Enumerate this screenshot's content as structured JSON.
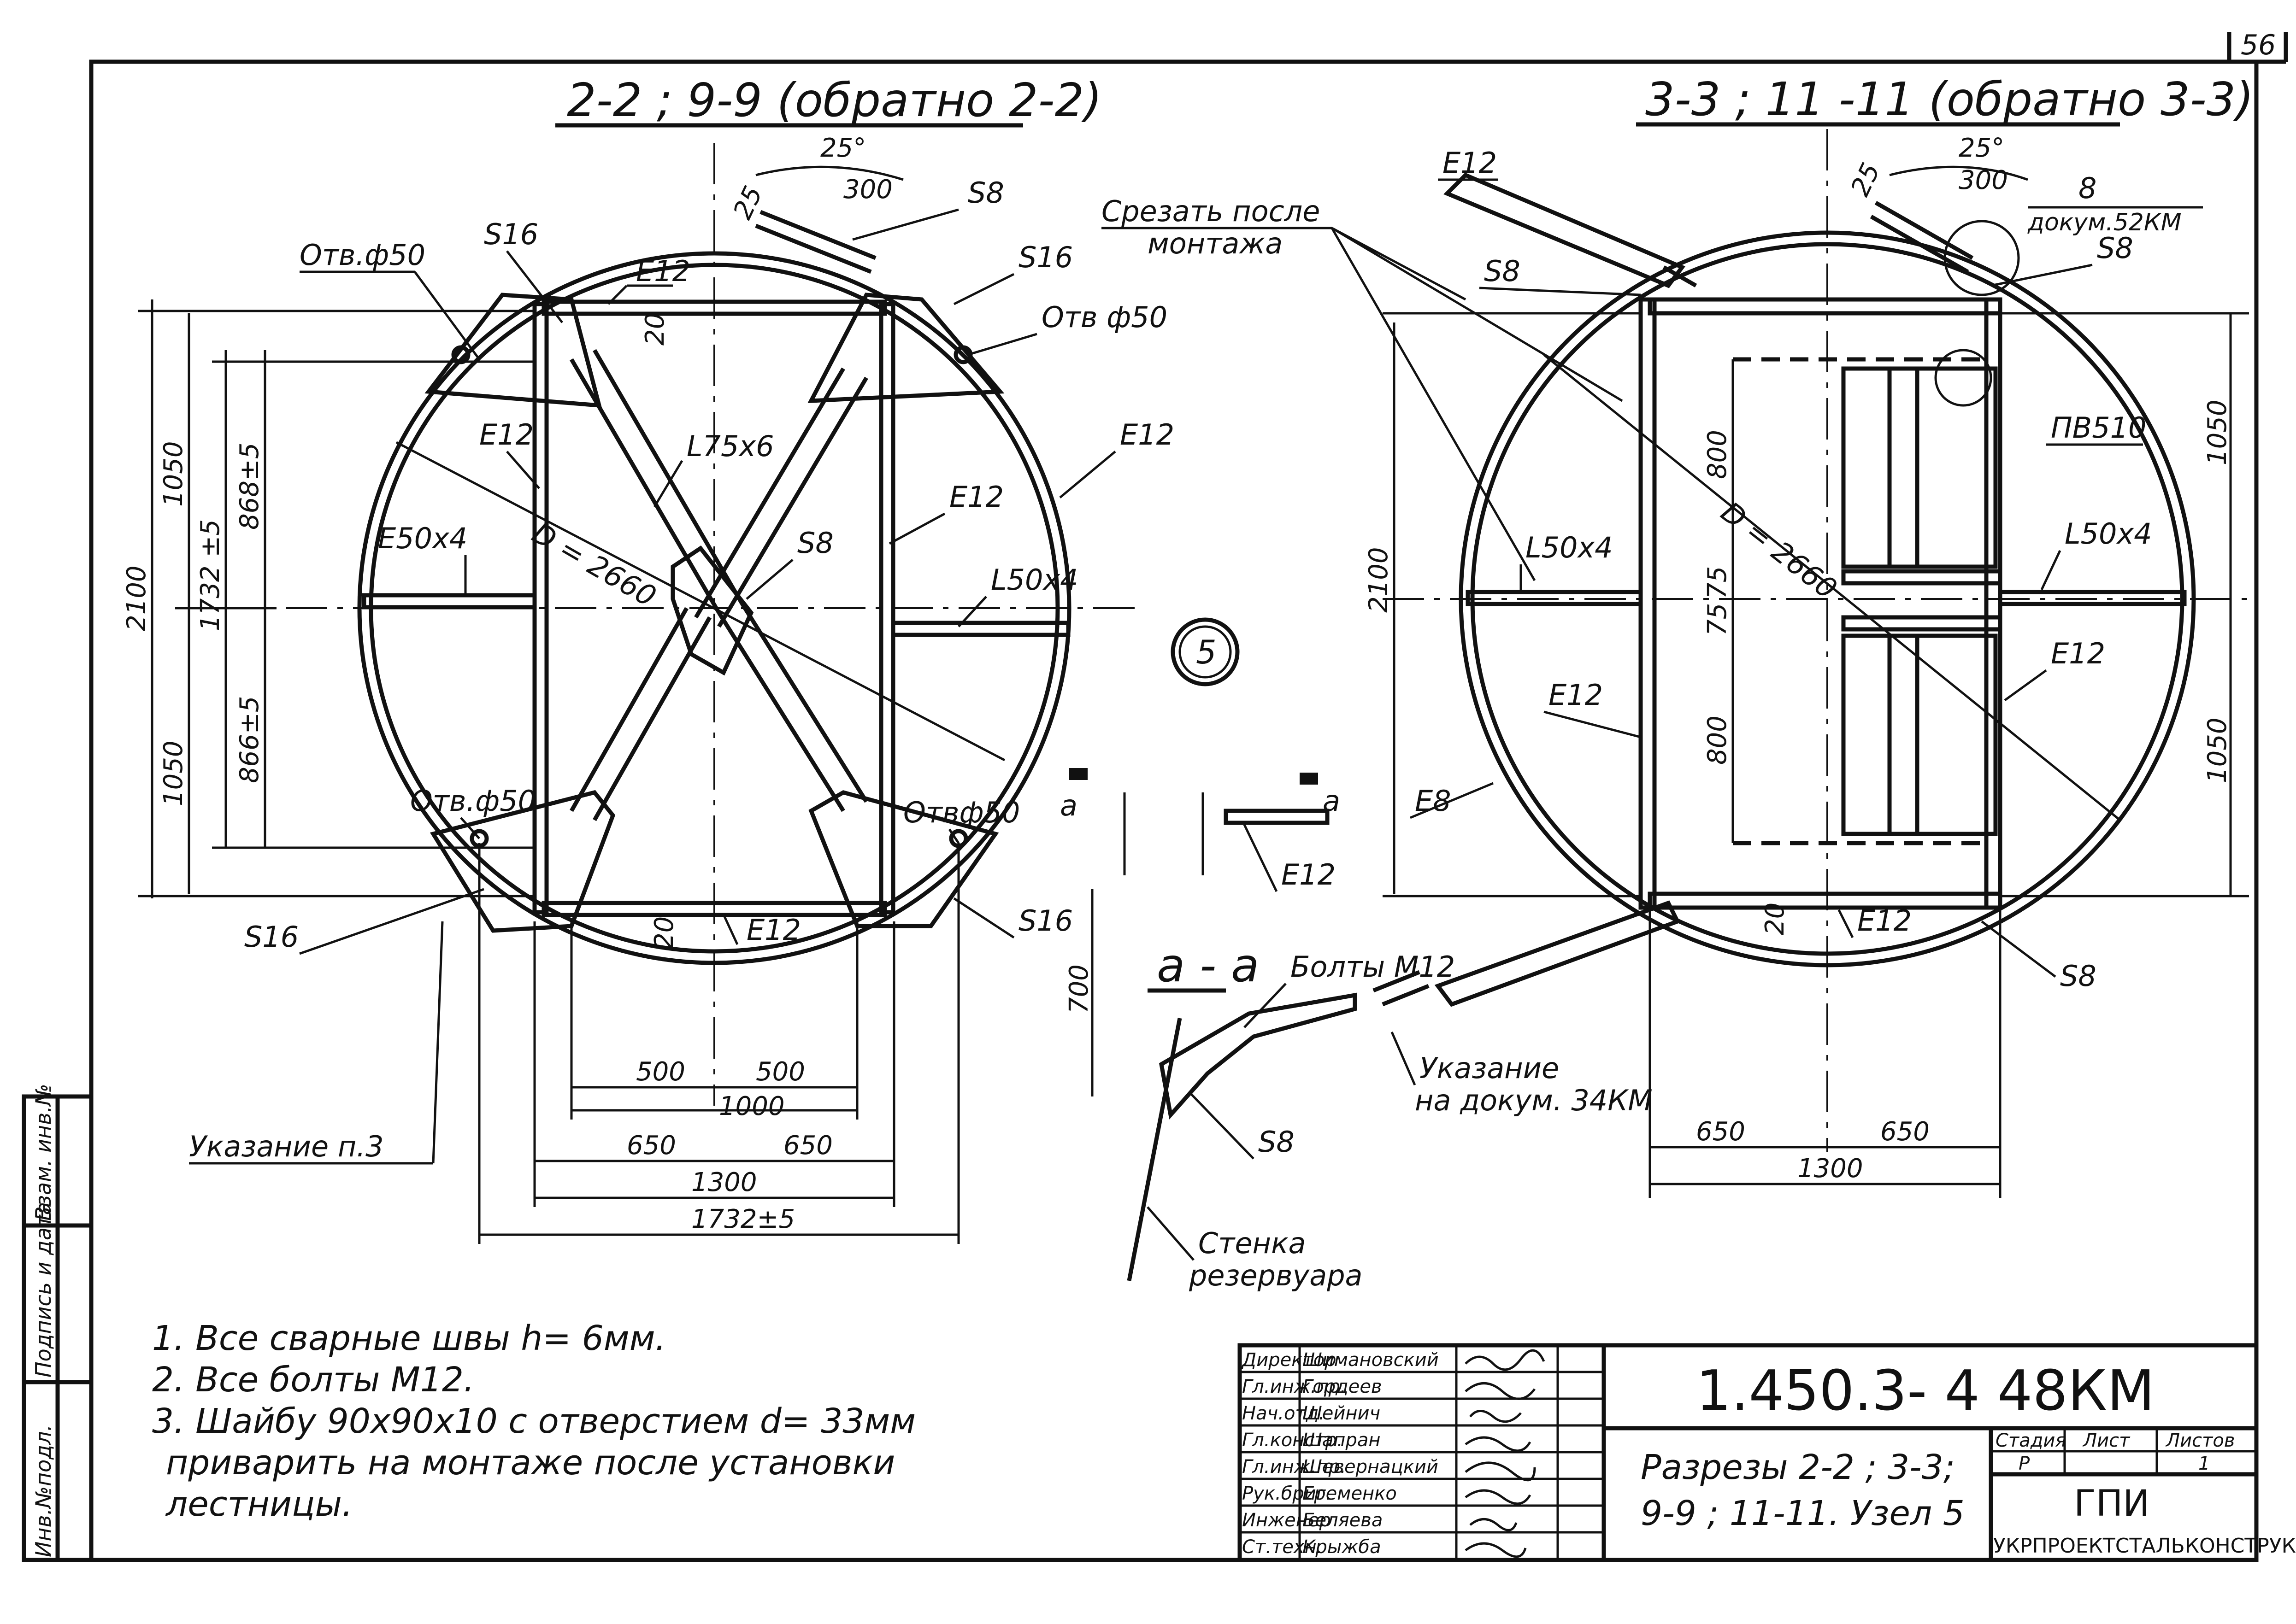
{
  "sheet_number": "56",
  "views": {
    "left_title": "2-2 ; 9-9 (обратно 2-2)",
    "right_title": "3-3 ; 11 -11 (обратно 3-3)",
    "node_number": "5",
    "aa_marker": "а",
    "aa_title": "а - а"
  },
  "left_view": {
    "labels": {
      "otv_tl": "Отв.ф50",
      "s16_tl": "S16",
      "c12_top": "Ε12",
      "s8_top": "S8",
      "s16_tr": "S16",
      "otv_tr": "Отв ф50",
      "c12_rim": "Ε12",
      "c12_vl": "Ε12",
      "l75": "L75х6",
      "l50_l": "Ε50х4",
      "diameter": "D = 2660",
      "s8_mid": "S8",
      "c12_vr": "Ε12",
      "l50_r": "L50х4",
      "otv_bl": "Отв.ф50",
      "otv_br": "Отвф50",
      "s16_bl": "S16",
      "c12_bot": "Ε12",
      "s16_br": "S16",
      "ukaz": "Указание п.3",
      "w20_top": "20",
      "w20_bot": "20",
      "ang25": "25°",
      "d25": "25",
      "d300": "300"
    },
    "dims": {
      "d1050_top": "1050",
      "d2100": "2100",
      "d1050_bot": "1050",
      "d1732v": "1732 ±5",
      "d868": "868±5",
      "d866": "866±5",
      "d500a": "500",
      "d500b": "500",
      "d1000": "1000",
      "d650a": "650",
      "d650b": "650",
      "d1300": "1300",
      "d1732h": "1732±5"
    }
  },
  "right_view": {
    "labels": {
      "c12_brace": "Ε12",
      "srez": "Срезать после",
      "montazh": "монтажа",
      "s8_tl": "S8",
      "ang25": "25°",
      "d25": "25",
      "d300": "300",
      "n8": "8",
      "dokum52": "докум.52КМ",
      "s8_tr": "S8",
      "pv510": "ПВ510",
      "l50_r": "L50х4",
      "l50_l": "L50х4",
      "diameter": "D = 2660",
      "c12_r": "Ε12",
      "c12_l": "Ε12",
      "c8": "Ε8",
      "w20": "20",
      "c12_bot": "Ε12",
      "s8_br": "S8"
    },
    "dims": {
      "d2100": "2100",
      "d1050_top": "1050",
      "d1050_bot": "1050",
      "d800_top": "800",
      "d75a": "75",
      "d75b": "75",
      "d800_bot": "800",
      "d650a": "650",
      "d650b": "650",
      "d1300": "1300"
    }
  },
  "aa_section": {
    "c12": "Ε12",
    "d700": "700",
    "bolts": "Болты М12",
    "ukaz1": "Указание",
    "ukaz2": "на докум. 34КМ",
    "s8": "S8",
    "wall1": "Стенка",
    "wall2": "резервуара"
  },
  "left_stamp": [
    "Инв.№подл.",
    "Подпись и дата",
    "Взам. инв.№"
  ],
  "notes": [
    "1. Все сварные швы h= 6мм.",
    "2. Все болты М12.",
    "3. Шайбу 90х90х10 с отверстием d= 33мм",
    "приварить на монтаже после установки",
    "лестницы."
  ],
  "title_block": {
    "roles": [
      "Директор",
      "Гл.инж.пр.",
      "Нач.отд.",
      "Гл.констр.",
      "Гл.инж.пр.",
      "Рук.бриг.",
      "Инженер",
      "Ст.техн."
    ],
    "names": [
      "Шимановский",
      "Гордеев",
      "Шейнич",
      "Шапран",
      "Шевернацкий",
      "Еременко",
      "Беляева",
      "Крыжба"
    ],
    "doc_code": "1.450.3- 4 48КМ",
    "sheet_title_1": "Разрезы 2-2 ; 3-3;",
    "sheet_title_2": "9-9 ; 11-11. Узел 5",
    "stage_header": "Стадия",
    "sheet_header": "Лист",
    "sheets_header": "Листов",
    "stage": "Р",
    "sheet": "",
    "sheets": "1",
    "org_short": "ГПИ",
    "org_full": "УКРПРОЕКТСТАЛЬКОНСТРУКЦИЯ"
  }
}
